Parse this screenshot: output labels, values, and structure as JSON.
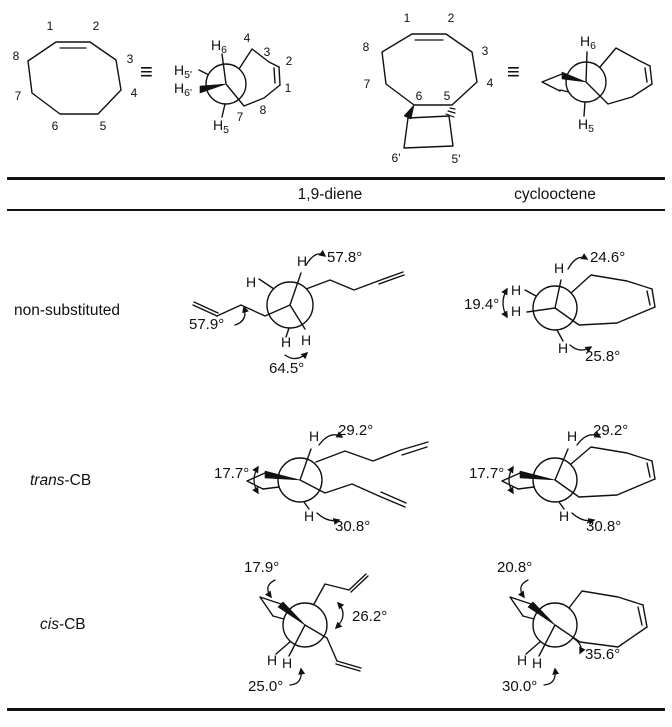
{
  "colors": {
    "ink": "#111111",
    "background": "#ffffff"
  },
  "top": {
    "equiv1": "≡",
    "equiv2": "≡",
    "ring1": {
      "n1": "1",
      "n2": "2",
      "n3": "3",
      "n4": "4",
      "n5": "5",
      "n6": "6",
      "n7": "7",
      "n8": "8"
    },
    "newman1": {
      "H6": {
        "h": "H",
        "sub": "6"
      },
      "H5p": {
        "h": "H",
        "sub": "5'"
      },
      "H6p": {
        "h": "H",
        "sub": "6'"
      },
      "H5": {
        "h": "H",
        "sub": "5"
      },
      "c4": "4",
      "c3": "3",
      "c2": "2",
      "c1": "1",
      "c8": "8",
      "c7": "7"
    },
    "ring2": {
      "n1": "1",
      "n2": "2",
      "n3": "3",
      "n4": "4",
      "n5": "5",
      "n6": "6",
      "n7": "7",
      "n8": "8",
      "n6p": "6'",
      "n5p": "5'"
    },
    "newman2": {
      "H6": {
        "h": "H",
        "sub": "6"
      },
      "H5": {
        "h": "H",
        "sub": "5"
      }
    }
  },
  "table": {
    "col1": "1,9-diene",
    "col2": "cyclooctene",
    "h_label": "H",
    "rows": [
      {
        "label_italic": "",
        "label": "non-substituted",
        "diene": {
          "top": "57.8°",
          "left": "57.9°",
          "bottom": "64.5°"
        },
        "cyclo": {
          "top": "24.6°",
          "left": "19.4°",
          "bottom": "25.8°"
        }
      },
      {
        "label_italic": "trans",
        "label": "-CB",
        "diene": {
          "top": "29.2°",
          "left": "17.7°",
          "bottom": "30.8°"
        },
        "cyclo": {
          "top": "29.2°",
          "left": "17.7°",
          "bottom": "30.8°"
        }
      },
      {
        "label_italic": "cis",
        "label": "-CB",
        "diene": {
          "top": "17.9°",
          "right": "26.2°",
          "bottom": "25.0°"
        },
        "cyclo": {
          "top": "20.8°",
          "right": "35.6°",
          "bottom": "30.0°"
        }
      }
    ]
  }
}
